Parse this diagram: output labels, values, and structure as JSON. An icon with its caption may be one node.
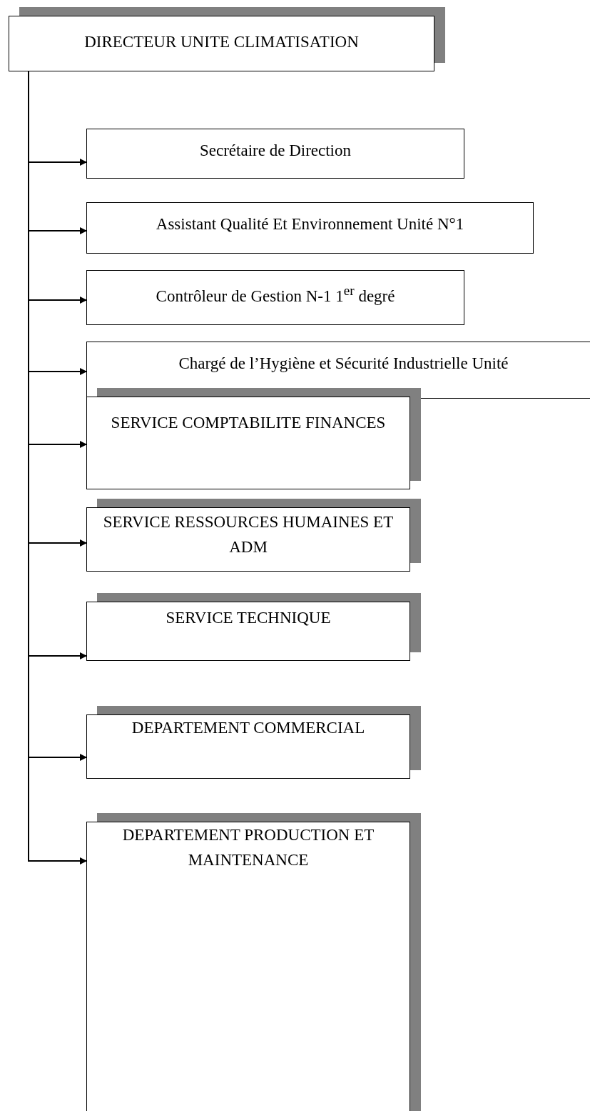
{
  "diagram": {
    "nodes": [
      {
        "text": [
          "DIRECTEUR UNITE CLIMATISATION"
        ]
      },
      {
        "text": [
          "Secrétaire de Direction"
        ]
      },
      {
        "text": [
          "Assistant Qualité Et Environnement Unité N°1"
        ]
      },
      {
        "text": [
          "Contrôleur de Gestion N-1 1$^{er}$ degré"
        ]
      },
      {
        "text": [
          "Chargé de l’Hygiène et Sécurité Industrielle Unité"
        ]
      },
      {
        "text": [
          "SERVICE COMPTABILITE FINANCES"
        ]
      },
      {
        "text": [
          "SERVICE RESSOURCES HUMAINES ET ADM"
        ]
      },
      {
        "text": [
          "SERVICE TECHNIQUE"
        ]
      },
      {
        "text": [
          "DEPARTEMENT COMMERCIAL"
        ]
      },
      {
        "text": [
          "DEPARTEMENT PRODUCTION ET MAINTENANCE"
        ]
      }
    ],
    "edges": [
      {
        "from": 0,
        "to": 1,
        "arrow": "to"
      },
      {
        "from": 0,
        "to": 2,
        "arrow": "to"
      },
      {
        "from": 0,
        "to": 3,
        "arrow": "to"
      },
      {
        "from": 0,
        "to": 4,
        "arrow": "to"
      },
      {
        "from": 0,
        "to": 5,
        "arrow": "to"
      },
      {
        "from": 0,
        "to": 6,
        "arrow": "to"
      },
      {
        "from": 0,
        "to": 7,
        "arrow": "to"
      },
      {
        "from": 0,
        "to": 8,
        "arrow": "to"
      },
      {
        "from": 0,
        "to": 9,
        "arrow": "to"
      }
    ]
  }
}
